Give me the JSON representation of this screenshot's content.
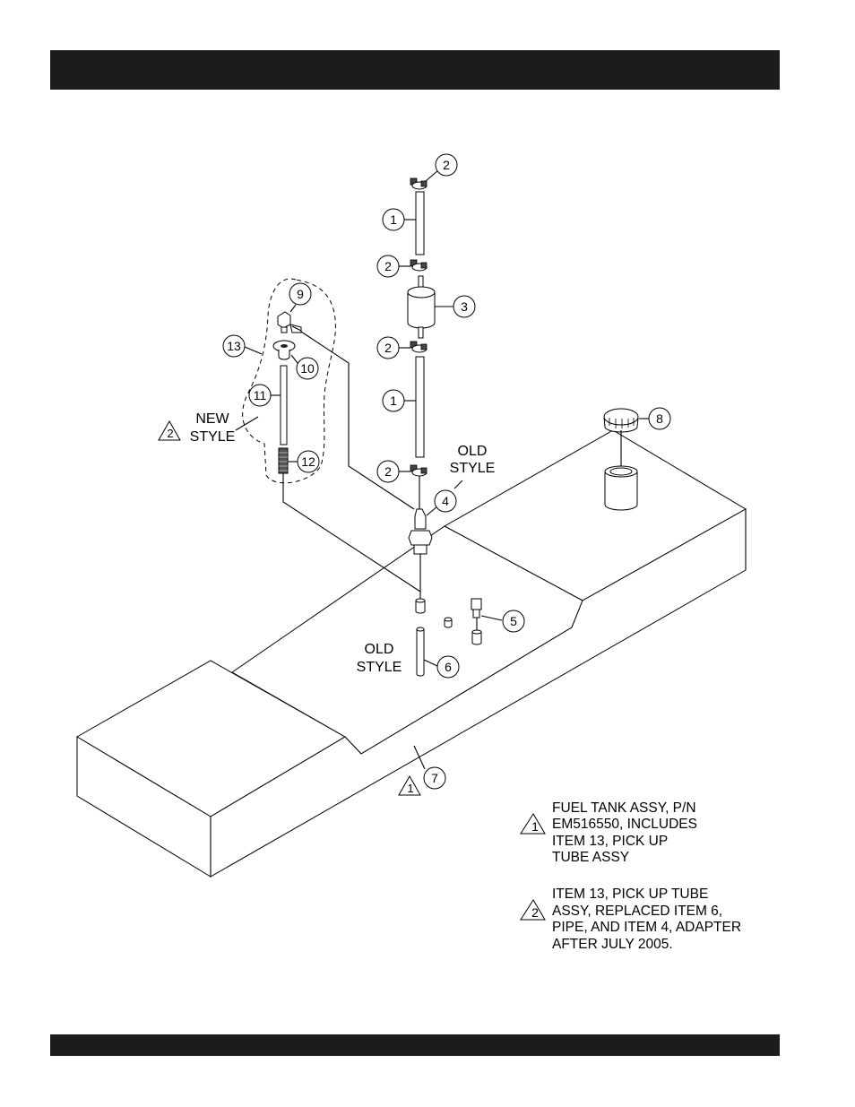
{
  "callouts": {
    "c2a": "2",
    "c1a": "1",
    "c2b": "2",
    "c3": "3",
    "c2c": "2",
    "c1b": "1",
    "c2d": "2",
    "c4": "4",
    "c5": "5",
    "c6": "6",
    "c7": "7",
    "c8": "8",
    "c9": "9",
    "c10": "10",
    "c11": "11",
    "c12": "12",
    "c13": "13"
  },
  "labels": {
    "new": "NEW",
    "new_style": "STYLE",
    "old_top": "OLD",
    "old_top_style": "STYLE",
    "old_bottom": "OLD",
    "old_bottom_style": "STYLE"
  },
  "delta_marks": {
    "new_style": "2",
    "item7": "1",
    "note1": "1",
    "note2": "2"
  },
  "notes": {
    "note1": [
      "FUEL TANK ASSY, P/N",
      "EM516550, INCLUDES",
      "ITEM 13, PICK UP",
      "TUBE ASSY"
    ],
    "note2": [
      "ITEM 13, PICK UP TUBE",
      "ASSY, REPLACED ITEM 6,",
      "PIPE, AND ITEM 4, ADAPTER",
      "AFTER JULY 2005."
    ]
  }
}
